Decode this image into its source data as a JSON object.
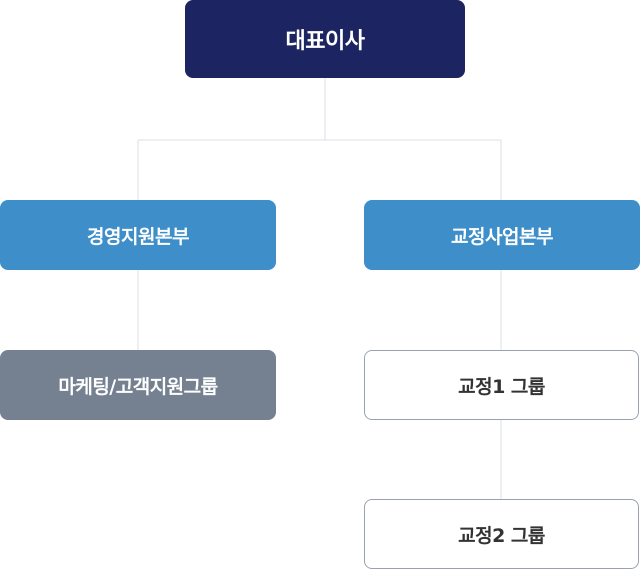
{
  "org_chart": {
    "ceo": {
      "label": "대표이사"
    },
    "divisions": [
      {
        "label": "경영지원본부",
        "groups": [
          {
            "label": "마케팅/고객지원그룹"
          }
        ]
      },
      {
        "label": "교정사업본부",
        "groups": [
          {
            "label": "교정1 그룹"
          },
          {
            "label": "교정2 그룹"
          }
        ]
      }
    ]
  },
  "colors": {
    "ceo_box": "#1c2561",
    "division_box": "#3d8ec9",
    "group_box_dark": "#758191",
    "group_box_outline_border": "#9aa3ad",
    "connector_line": "#dcdfe4",
    "text_light": "#ffffff",
    "text_dark": "#333333"
  }
}
